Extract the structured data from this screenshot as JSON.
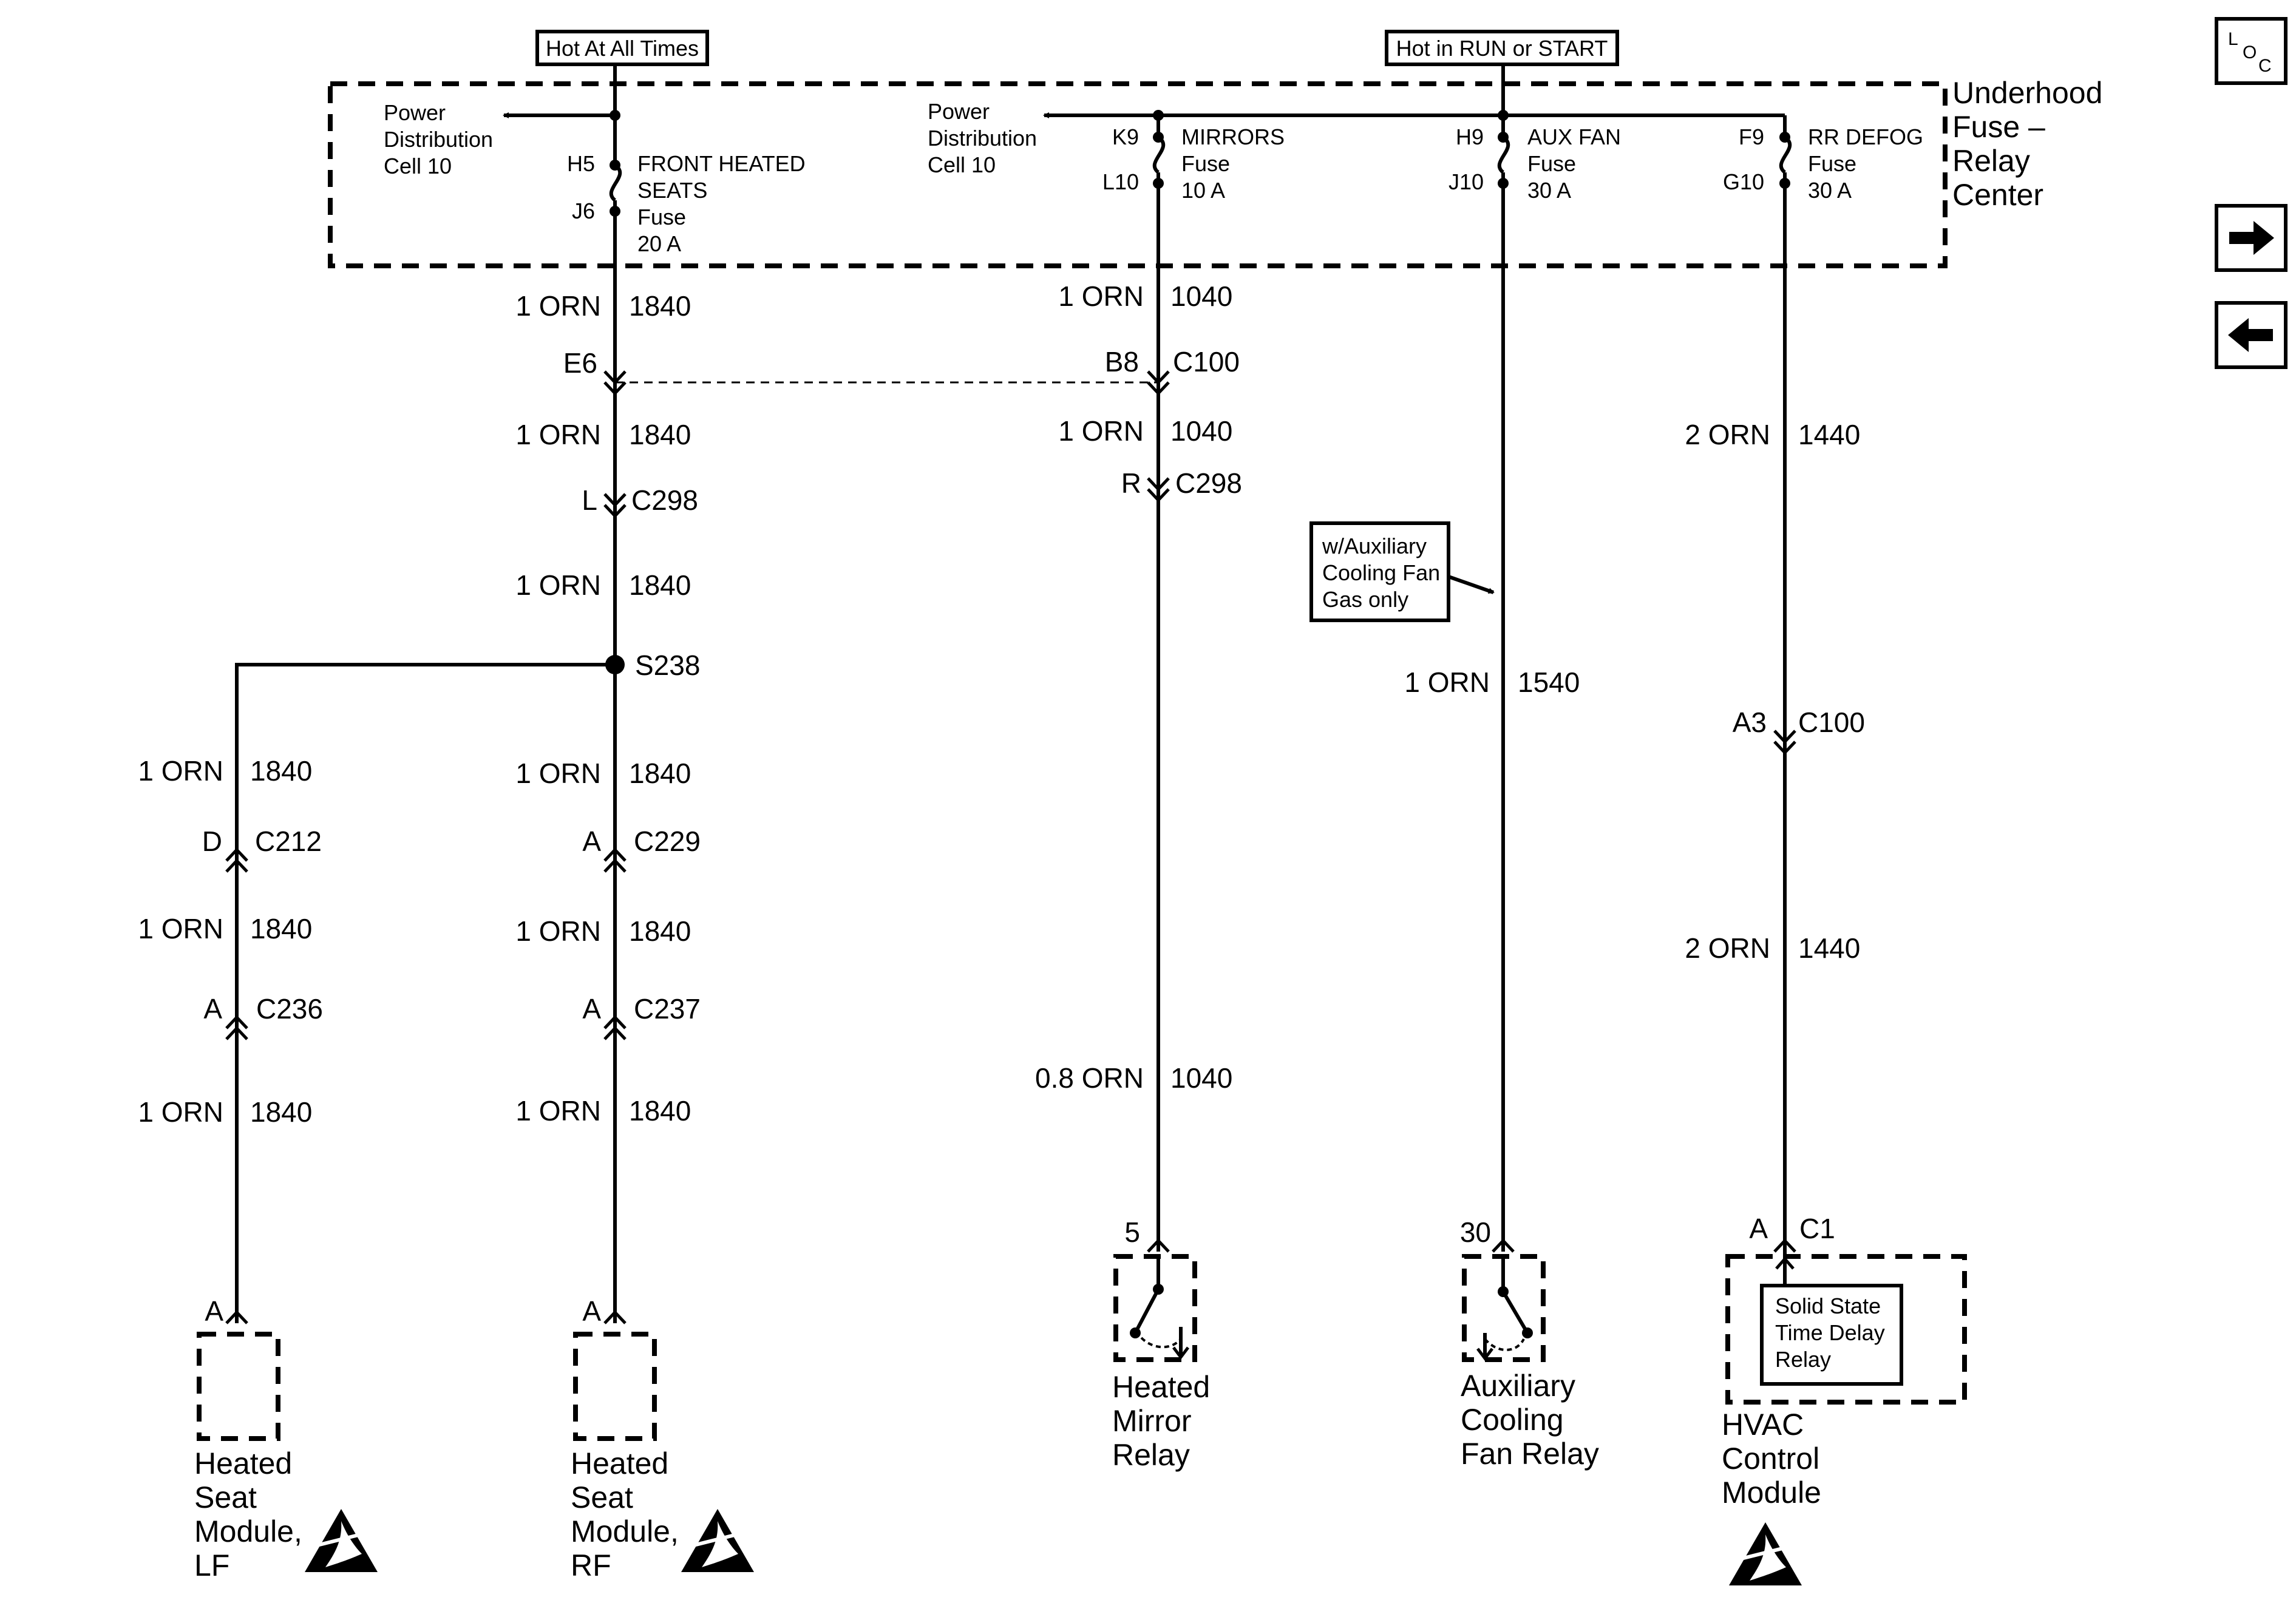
{
  "headers": {
    "hot_always": "Hot At All Times",
    "hot_run_start": "Hot in RUN or START"
  },
  "fuse_center": {
    "title_lines": [
      "Underhood",
      "Fuse –",
      "Relay",
      "Center"
    ],
    "power_left": [
      "Power",
      "Distribution",
      "Cell 10"
    ],
    "power_right": [
      "Power",
      "Distribution",
      "Cell 10"
    ],
    "fuse_seats": {
      "top_pin": "H5",
      "bottom_pin": "J6",
      "lines": [
        "FRONT HEATED",
        "SEATS",
        "Fuse",
        "20 A"
      ]
    },
    "fuse_mirrors": {
      "top_pin": "K9",
      "bottom_pin": "L10",
      "lines": [
        "MIRRORS",
        "Fuse",
        "10 A"
      ]
    },
    "fuse_auxfan": {
      "top_pin": "H9",
      "bottom_pin": "J10",
      "lines": [
        "AUX FAN",
        "Fuse",
        "30 A"
      ]
    },
    "fuse_rrdefog": {
      "top_pin": "F9",
      "bottom_pin": "G10",
      "lines": [
        "RR DEFOG",
        "Fuse",
        "30 A"
      ]
    }
  },
  "wires": {
    "seat_main": [
      {
        "gauge": "1 ORN",
        "circuit": "1840"
      },
      {
        "gauge": "1 ORN",
        "circuit": "1840"
      },
      {
        "gauge": "1 ORN",
        "circuit": "1840"
      }
    ],
    "seat_lf": [
      {
        "gauge": "1 ORN",
        "circuit": "1840"
      },
      {
        "gauge": "1 ORN",
        "circuit": "1840"
      },
      {
        "gauge": "1 ORN",
        "circuit": "1840"
      }
    ],
    "seat_rf": [
      {
        "gauge": "1 ORN",
        "circuit": "1840"
      },
      {
        "gauge": "1 ORN",
        "circuit": "1840"
      },
      {
        "gauge": "1 ORN",
        "circuit": "1840"
      }
    ],
    "mirror": [
      {
        "gauge": "1 ORN",
        "circuit": "1040"
      },
      {
        "gauge": "1 ORN",
        "circuit": "1040"
      },
      {
        "gauge": "0.8 ORN",
        "circuit": "1040"
      }
    ],
    "auxfan": {
      "gauge": "1 ORN",
      "circuit": "1540"
    },
    "defog": [
      {
        "gauge": "2 ORN",
        "circuit": "1440"
      },
      {
        "gauge": "2 ORN",
        "circuit": "1440"
      }
    ]
  },
  "connectors": {
    "e6": {
      "pin": "E6"
    },
    "b8_c100": {
      "pin": "B8",
      "name": "C100"
    },
    "l_c298": {
      "pin": "L",
      "name": "C298"
    },
    "r_c298": {
      "pin": "R",
      "name": "C298"
    },
    "s238": {
      "name": "S238"
    },
    "d_c212": {
      "pin": "D",
      "name": "C212"
    },
    "a_c229": {
      "pin": "A",
      "name": "C229"
    },
    "a_c236": {
      "pin": "A",
      "name": "C236"
    },
    "a_c237": {
      "pin": "A",
      "name": "C237"
    },
    "a3_c100": {
      "pin": "A3",
      "name": "C100"
    },
    "lf_pin": {
      "pin": "A"
    },
    "rf_pin": {
      "pin": "A"
    },
    "mirror_pin": {
      "pin": "5"
    },
    "auxfan_pin": {
      "pin": "30"
    },
    "hvac_pin": {
      "pin": "A",
      "name": "C1"
    }
  },
  "note_auxfan": [
    "w/Auxiliary",
    "Cooling Fan",
    "Gas only"
  ],
  "components": {
    "seat_lf": [
      "Heated",
      "Seat",
      "Module,",
      "LF"
    ],
    "seat_rf": [
      "Heated",
      "Seat",
      "Module,",
      "RF"
    ],
    "mirror_relay": [
      "Heated",
      "Mirror",
      "Relay"
    ],
    "auxfan_relay": [
      "Auxiliary",
      "Cooling",
      "Fan Relay"
    ],
    "hvac": [
      "HVAC",
      "Control",
      "Module"
    ],
    "time_delay": [
      "Solid State",
      "Time Delay",
      "Relay"
    ]
  },
  "nav": {
    "loc": {
      "l": "L",
      "o": "O",
      "c": "C"
    },
    "next_icon": "arrow-right-icon",
    "prev_icon": "arrow-left-icon"
  }
}
